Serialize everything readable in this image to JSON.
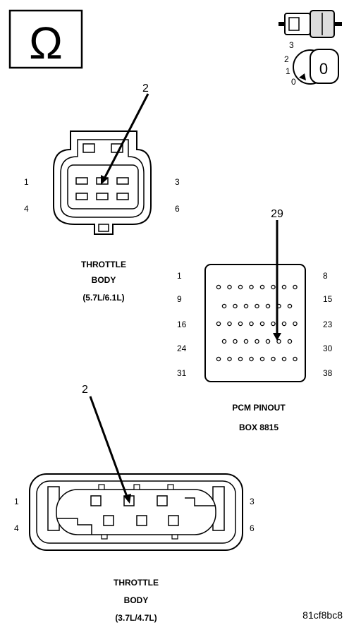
{
  "ohm_symbol": "Ω",
  "ignition_key_icon": {
    "positions": [
      "3",
      "2",
      "1",
      "0"
    ],
    "key_label": "0"
  },
  "throttle_body_top": {
    "callout": "2",
    "pin_labels": {
      "top_left": "1",
      "top_right": "3",
      "bottom_left": "4",
      "bottom_right": "6"
    },
    "caption_line1": "THROTTLE",
    "caption_line2": "BODY",
    "caption_line3": "(5.7L/6.1L)"
  },
  "pcm_pinout": {
    "callout": "29",
    "row_labels_left": [
      "1",
      "9",
      "16",
      "24",
      "31"
    ],
    "row_labels_right": [
      "8",
      "15",
      "23",
      "30",
      "38"
    ],
    "caption_line1": "PCM PINOUT",
    "caption_line2": "BOX 8815"
  },
  "throttle_body_bottom": {
    "callout": "2",
    "pin_labels": {
      "top_left": "1",
      "top_right": "3",
      "bottom_left": "4",
      "bottom_right": "6"
    },
    "caption_line1": "THROTTLE",
    "caption_line2": "BODY",
    "caption_line3": "(3.7L/4.7L)"
  },
  "figure_code": "81cf8bc8"
}
